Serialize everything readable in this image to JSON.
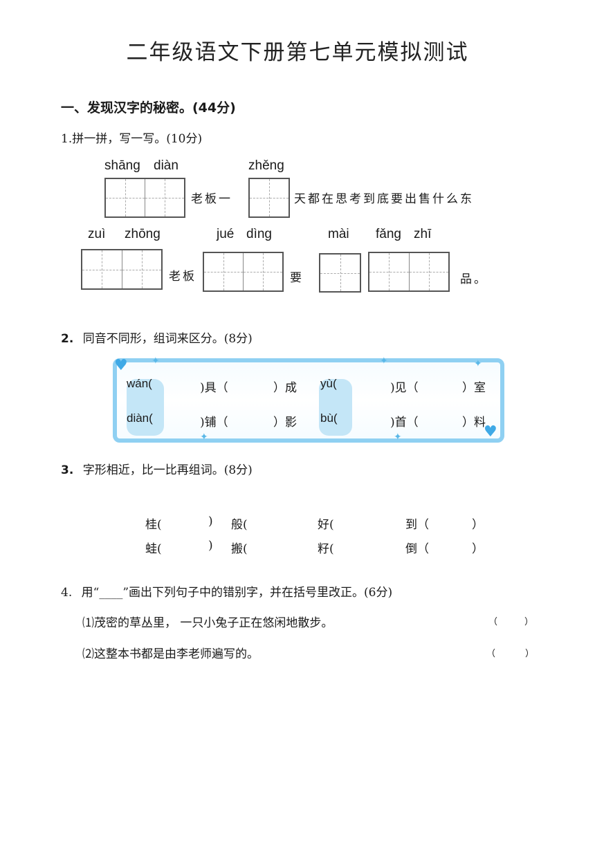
{
  "title": "二年级语文下册第七单元模拟测试",
  "section1": {
    "heading": "一、发现汉字的秘密。(44分)"
  },
  "q1": {
    "label": "1.拼一拼，写一写。(10分)",
    "pinyin": [
      "shāng",
      "diàn",
      "zhěng",
      "zuì",
      "zhōng",
      "jué",
      "dìng",
      "mài",
      "fǎng",
      "zhī"
    ],
    "line1_text": [
      "老板一",
      "天都在思考到底要出售什么东"
    ],
    "line2_text": [
      "老板",
      "要",
      "品。"
    ]
  },
  "q2": {
    "number": "2.",
    "label": "同音不同形，组词来区分。(8分)",
    "row1": [
      "wán(",
      ")具（",
      "）成",
      "yù(",
      ")见（",
      "）室"
    ],
    "row2": [
      "diàn(",
      ")铺（",
      "）影",
      "bù(",
      ")首（",
      "）料"
    ]
  },
  "q3": {
    "number": "3.",
    "label": "字形相近，比一比再组词。(8分)",
    "row1": [
      "桂(",
      ")",
      "般(",
      "好(",
      "到（",
      "）"
    ],
    "row2": [
      "蛙(",
      ")",
      "搬(",
      "籽(",
      "倒（",
      "）"
    ]
  },
  "q4": {
    "number": "4.",
    "label": "用“____”画出下列句子中的错别字，并在括号里改正。(6分)",
    "s1": "⑴茂密的草丛里，  一只小兔子正在悠闲地散步。",
    "s2": "⑵这整本书都是由李老师遍写的。",
    "paren_open": "（",
    "paren_close": "）"
  }
}
